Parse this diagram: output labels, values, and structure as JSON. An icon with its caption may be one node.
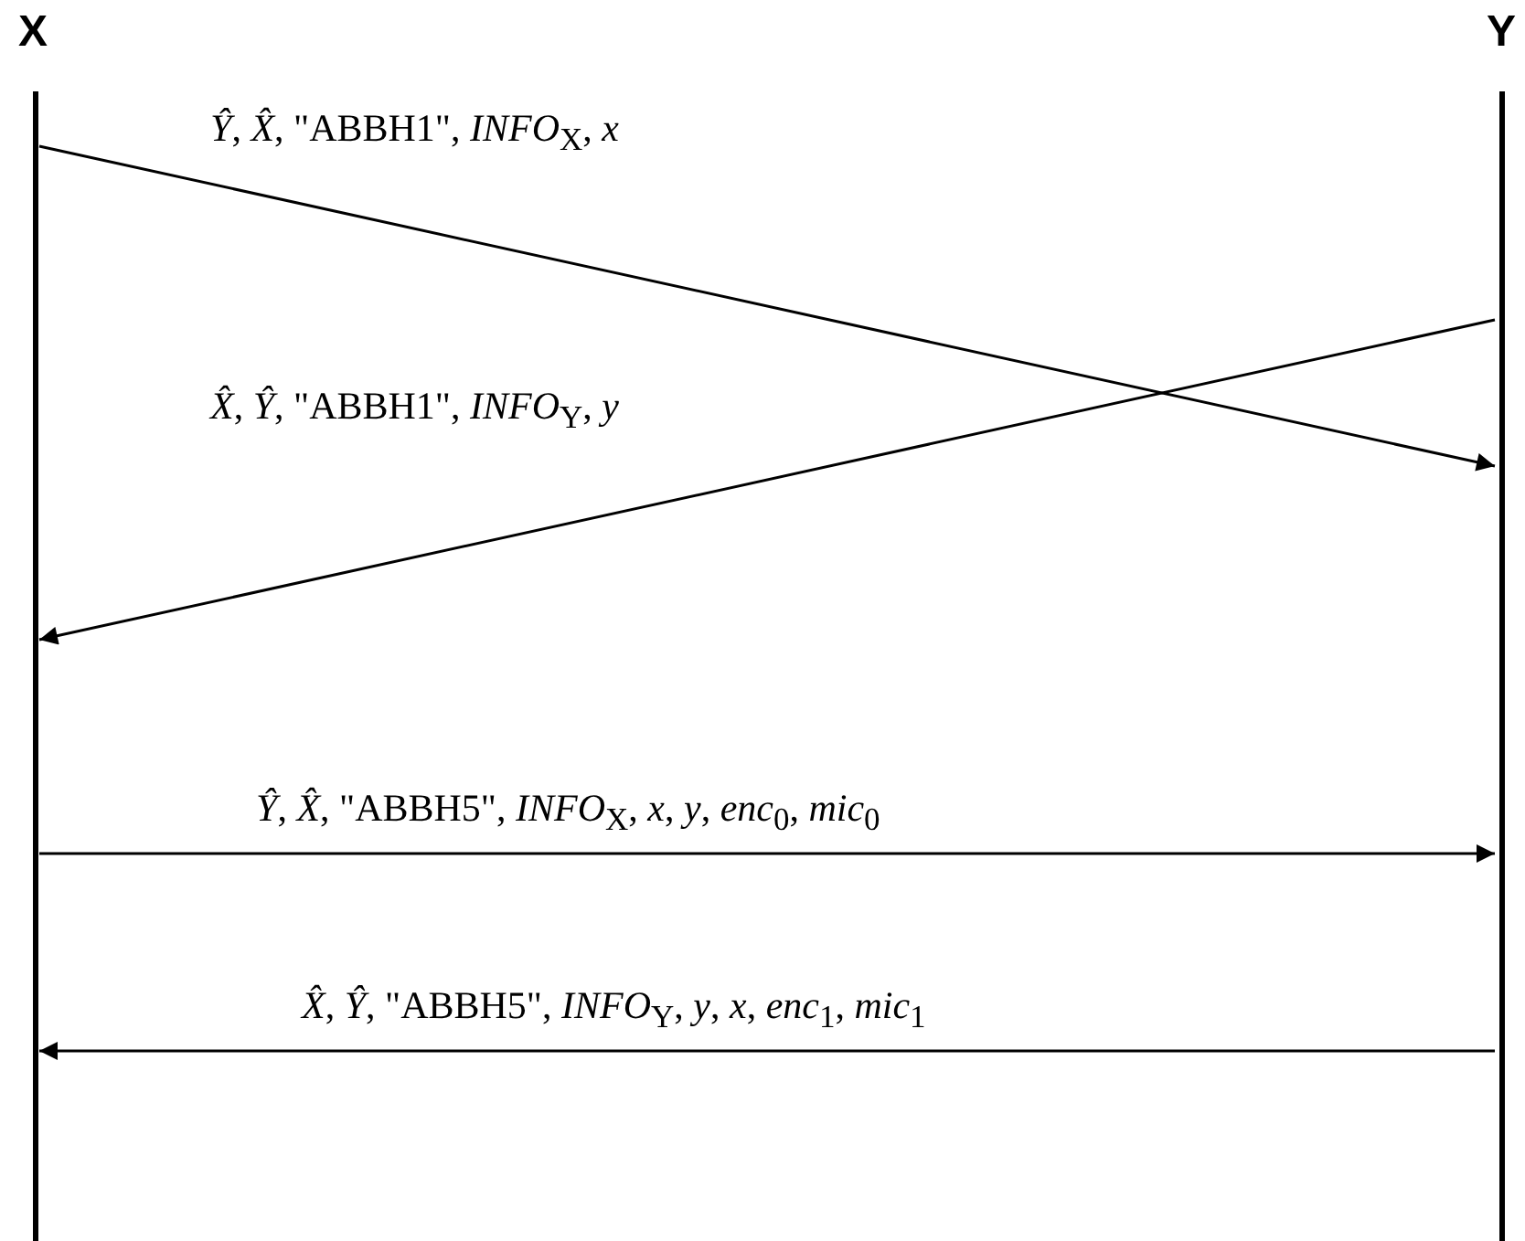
{
  "diagram": {
    "nodes": [
      {
        "text": [
          "X"
        ]
      },
      {
        "text": [
          "Y"
        ]
      }
    ],
    "edges": [
      {
        "from": 0,
        "to": 1,
        "arrow": "to",
        "label": "*Ŷ*, *X̂*, \"ABBH1\", *INFO*$_{X}$, *x*"
      },
      {
        "from": 1,
        "to": 0,
        "arrow": "to",
        "label": "*X̂*, *Ŷ*, \"ABBH1\", *INFO*$_{Y}$, *y*"
      },
      {
        "from": 0,
        "to": 1,
        "arrow": "to",
        "label": "*Ŷ*, *X̂*, \"ABBH5\", *INFO*$_{X}$, *x*, *y*, *enc*$_{0}$, *mic*$_{0}$"
      },
      {
        "from": 1,
        "to": 0,
        "arrow": "to",
        "label": "*X̂*, *Ŷ*, \"ABBH5\", *INFO*$_{Y}$, *y*, *x*, *enc*$_{1}$, *mic*$_{1}$"
      }
    ]
  }
}
